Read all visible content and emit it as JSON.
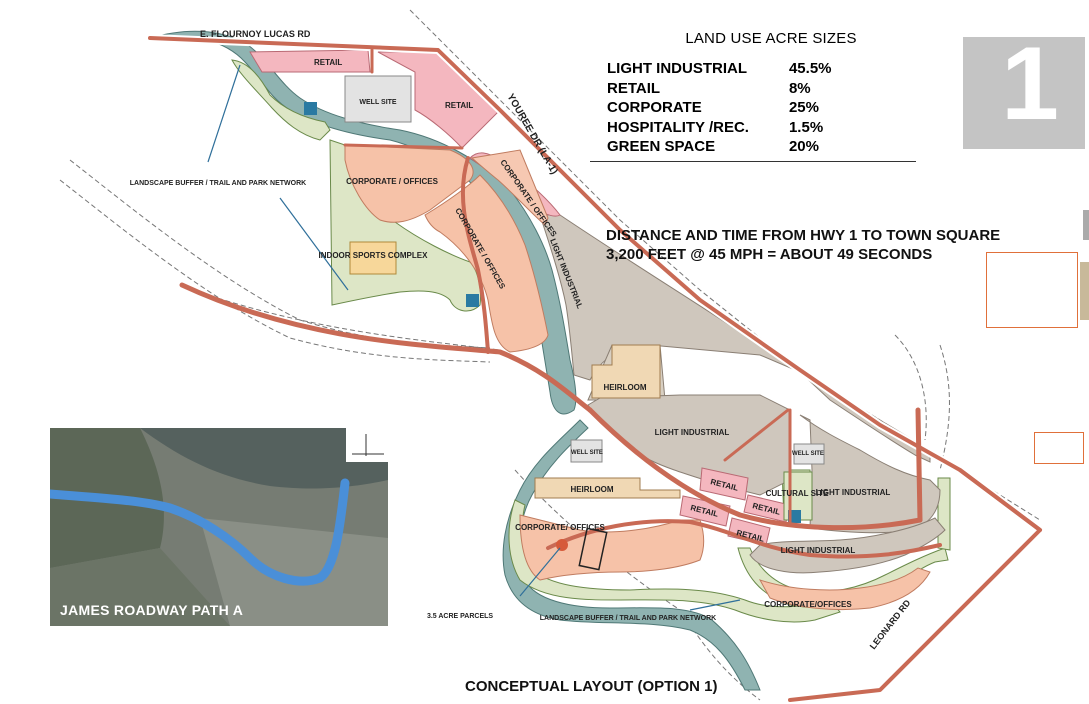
{
  "title": "CONCEPTUAL LAYOUT (OPTION 1)",
  "option_badge": "1",
  "land_use": {
    "heading": "LAND USE ACRE SIZES",
    "rows": [
      {
        "use": "LIGHT INDUSTRIAL",
        "pct": "45.5%"
      },
      {
        "use": "RETAIL",
        "pct": "8%"
      },
      {
        "use": "CORPORATE",
        "pct": "25%"
      },
      {
        "use": "HOSPITALITY /REC.",
        "pct": "1.5%"
      },
      {
        "use": "GREEN SPACE",
        "pct": "20%"
      }
    ]
  },
  "distance": {
    "line1": "DISTANCE AND TIME FROM HWY 1 TO TOWN SQUARE",
    "line2": "3,200 FEET @ 45 MPH = ABOUT 49 SECONDS"
  },
  "roads": {
    "flournoy": "E. FLOURNOY LUCAS RD",
    "youree": "YOUREE DR (LA-1)",
    "leonard": "LEONARD RD"
  },
  "parcels": {
    "retail_top": "RETAIL",
    "retail_east": "RETAIL",
    "well_site_north": "WELL SITE",
    "corporate_nw": "CORPORATE / OFFICES",
    "corporate_center": "CORPORATE / OFFICES",
    "corporate_strip": "CORPORATE / OFFICES",
    "indoor_sports": "INDOOR SPORTS COMPLEX",
    "light_industrial_strip": "LIGHT INDUSTRIAL",
    "heirloom_north": "HEIRLOOM",
    "light_industrial_center": "LIGHT INDUSTRIAL",
    "well_site_south": "WELL SITE",
    "heirloom_south": "HEIRLOOM",
    "retail_s1": "RETAIL",
    "retail_s2": "RETAIL",
    "retail_s3": "RETAIL",
    "retail_s4": "RETAIL",
    "cultural_site": "CULTURAL SITE",
    "well_site_east": "WELL SITE",
    "light_industrial_east": "LIGHT INDUSTRIAL",
    "light_industrial_south": "LIGHT INDUSTRIAL",
    "corporate_sw": "CORPORATE/ OFFICES",
    "corporate_south": "CORPORATE/OFFICES"
  },
  "callouts": {
    "buffer_north": "LANDSCAPE BUFFER / TRAIL AND PARK NETWORK",
    "buffer_south": "LANDSCAPE BUFFER / TRAIL AND PARK NETWORK",
    "parcels_35": "3.5 ACRE PARCELS"
  },
  "inset": {
    "label": "JAMES ROADWAY PATH A",
    "path_color": "#4a8fd8"
  },
  "colors": {
    "retail": "#f4b7bf",
    "corporate": "#f6c2a8",
    "light_industrial": "#cfc7bd",
    "heirloom": "#f0d8b4",
    "green_space": "#dde6c6",
    "road": "#c96a55",
    "water": "#7aa6a6",
    "facility": "#2a7aa2",
    "sports": "#f7d79a"
  }
}
